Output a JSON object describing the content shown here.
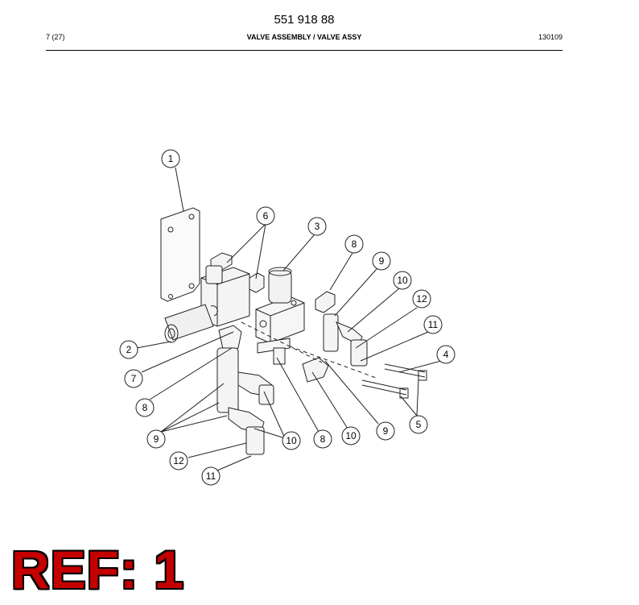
{
  "header": {
    "doc_number": "551 918 88",
    "page_ref": "7 (27)",
    "title": "VALVE ASSEMBLY / VALVE ASSY",
    "date_code": "130109"
  },
  "callouts": [
    "1",
    "6",
    "3",
    "8",
    "9",
    "10",
    "12",
    "11",
    "4",
    "2",
    "7",
    "8",
    "9",
    "10",
    "8",
    "10",
    "9",
    "5",
    "12",
    "11"
  ],
  "stamp": {
    "text": "REF: 1",
    "color": "#c40000"
  }
}
